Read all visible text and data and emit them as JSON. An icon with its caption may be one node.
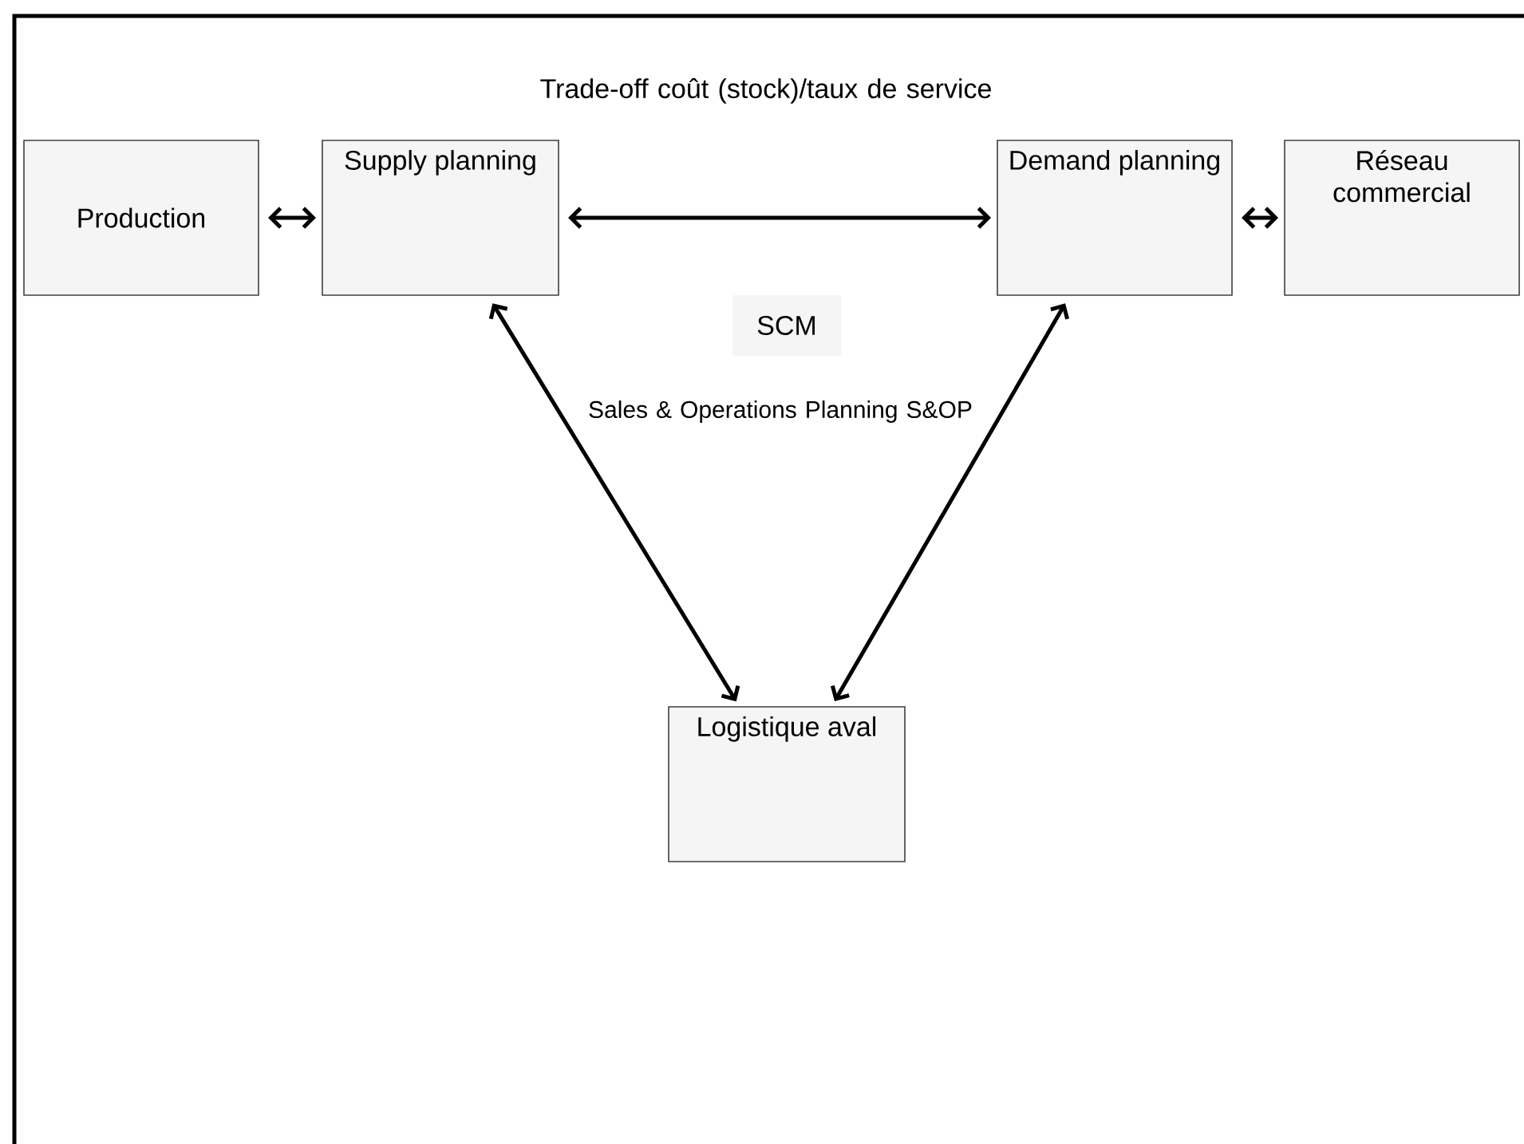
{
  "diagram": {
    "nodes": [
      {
        "text": [
          "Production"
        ]
      },
      {
        "text": [
          "Supply planning"
        ]
      },
      {
        "text": [
          "Demand planning"
        ]
      },
      {
        "text": [
          "Réseau commercial"
        ]
      },
      {
        "text": [
          "SCM"
        ]
      },
      {
        "text": [
          "Logistique aval"
        ]
      }
    ],
    "edges": [
      {
        "from": 0,
        "to": 1,
        "arrow": "both"
      },
      {
        "from": 1,
        "to": 2,
        "arrow": "both"
      },
      {
        "from": 2,
        "to": 3,
        "arrow": "both"
      },
      {
        "from": 1,
        "to": 5,
        "arrow": "both"
      },
      {
        "from": 2,
        "to": 5,
        "arrow": "both"
      }
    ],
    "labels": [
      "Trade-off coût (stock)/taux de service",
      "Sales & Operations Planning S&OP"
    ]
  }
}
